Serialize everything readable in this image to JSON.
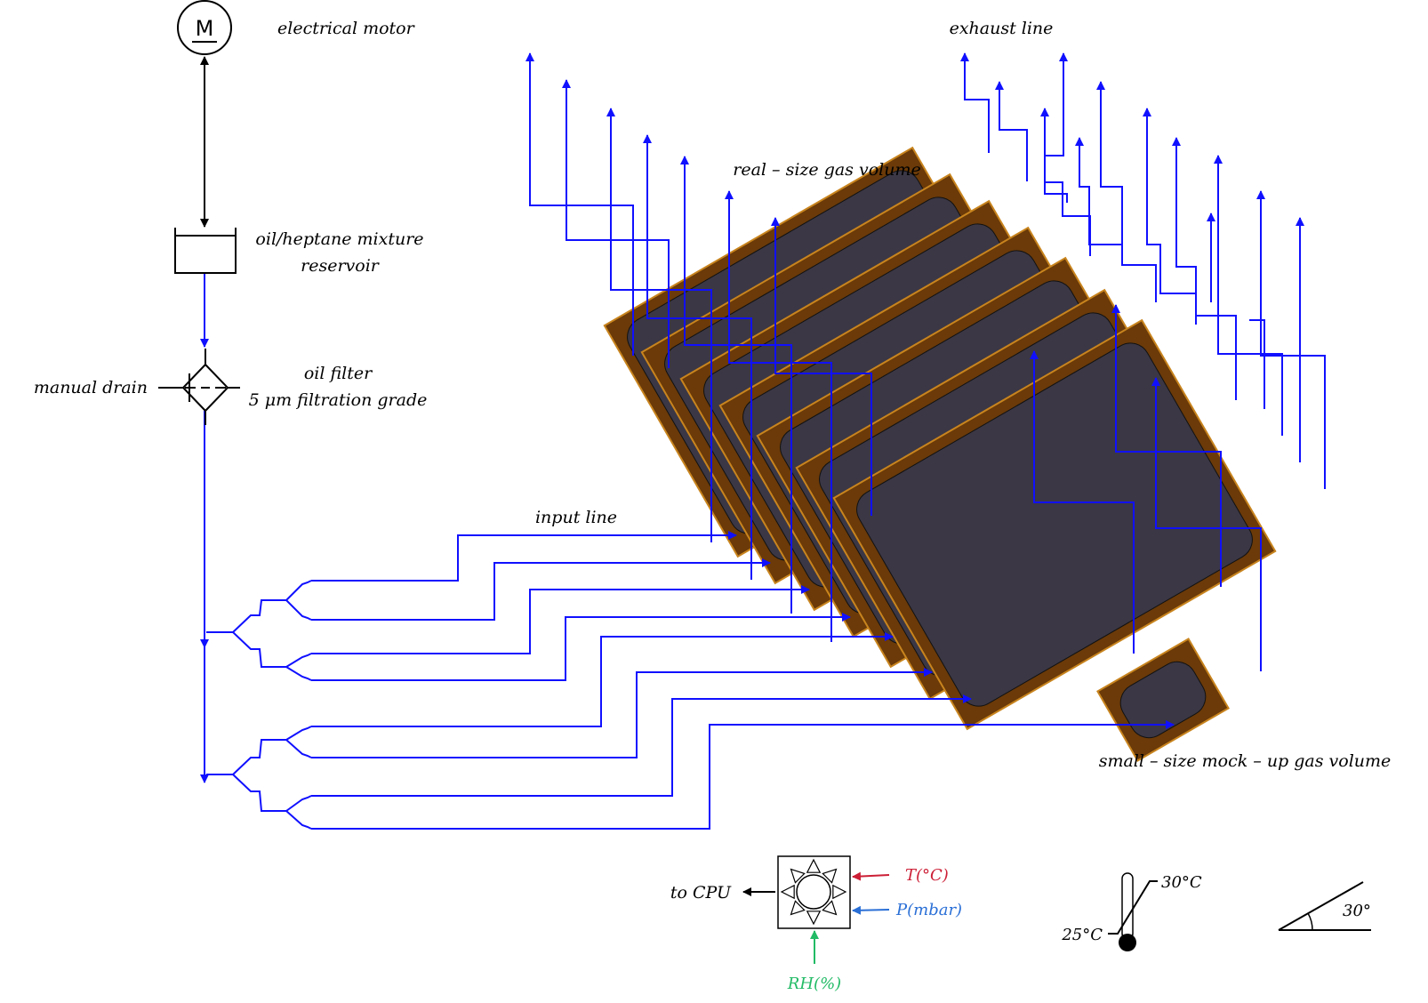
{
  "colors": {
    "pipe": "#1010ff",
    "chamber_frame": "#6b3a08",
    "chamber_edge": "#c8841e",
    "chamber_gas": "#3b3745",
    "temperature": "#cc1f36",
    "pressure": "#2a6fd6",
    "humidity": "#22bb66",
    "text": "#000000"
  },
  "labels": {
    "motor_symbol": "M",
    "motor": "electrical motor",
    "reservoir_line1": "oil/heptane mixture",
    "reservoir_line2": "reservoir",
    "filter_line1": "oil filter",
    "filter_line2": "5 μm filtration grade",
    "manual_drain": "manual drain",
    "exhaust_line": "exhaust line",
    "real_size": "real – size gas volume",
    "input_line": "input line",
    "mockup": "small – size mock – up gas volume",
    "to_cpu": "to CPU",
    "temperature": "T(°C)",
    "pressure": "P(mbar)",
    "humidity": "RH(%)",
    "temp_low": "25°C",
    "temp_high": "30°C",
    "angle": "30°"
  },
  "icons": [
    "motor-icon",
    "reservoir-icon",
    "filter-icon",
    "sensor-icon",
    "thermostat-icon",
    "angle-icon"
  ],
  "counts": {
    "real_size_chambers": 7,
    "mockup_chambers": 1,
    "input_lines": 8
  }
}
